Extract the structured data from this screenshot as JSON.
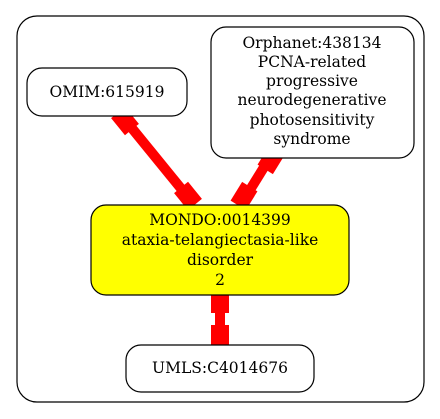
{
  "nodes": {
    "omim": {
      "lines": [
        "OMIM:615919"
      ]
    },
    "orphanet": {
      "lines": [
        "Orphanet:438134",
        "PCNA-related",
        "progressive",
        "neurodegenerative",
        "photosensitivity",
        "syndrome"
      ]
    },
    "mondo": {
      "lines": [
        "MONDO:0014399",
        "ataxia-telangiectasia-like",
        "disorder",
        "2"
      ]
    },
    "umls": {
      "lines": [
        "UMLS:C4014676"
      ]
    }
  },
  "edges": [
    {
      "from": "omim",
      "to": "mondo"
    },
    {
      "from": "orphanet",
      "to": "mondo"
    },
    {
      "from": "mondo",
      "to": "umls"
    }
  ],
  "colors": {
    "edge": "#ff0000",
    "highlight_fill": "#ffff00",
    "node_fill": "#ffffff",
    "stroke": "#000000"
  }
}
